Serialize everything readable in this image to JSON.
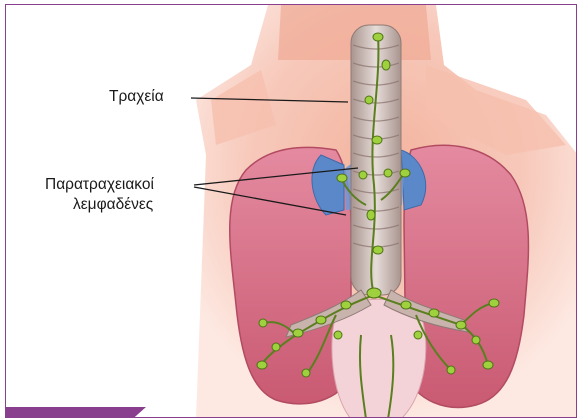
{
  "labels": {
    "trachea": "Τραχεία",
    "paratracheal_line1": "Παρατραχειακοί",
    "paratracheal_line2": "λεμφαδένες"
  },
  "colors": {
    "frame": "#8a3f8e",
    "lymph_nodes": "#9fd13e",
    "vessels": "#5a88c9",
    "lungs": "#cf6679",
    "trachea": "#c8b8b4"
  },
  "icons": {
    "illustration": "anatomy-trachea-lymph-nodes-illustration"
  }
}
